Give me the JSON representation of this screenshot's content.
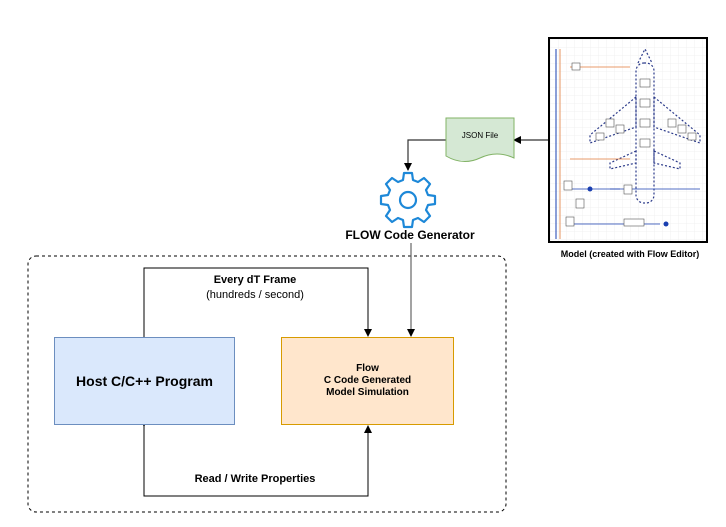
{
  "json_file": {
    "label": "JSON File",
    "fill": "#d5e8d4",
    "stroke": "#82b366"
  },
  "generator": {
    "label": "FLOW Code Generator",
    "icon": "gear-icon",
    "icon_color": "#1d88d8"
  },
  "model": {
    "caption": "Model (created with Flow Editor)"
  },
  "loop": {
    "title": "Every dT Frame",
    "subtitle": "(hundreds / second)",
    "bottom": "Read / Write Properties"
  },
  "host": {
    "label": "Host C/C++ Program",
    "fill": "#dae8fc",
    "stroke": "#6c8ebf"
  },
  "flow": {
    "line1": "Flow",
    "line2": "C Code Generated",
    "line3": "Model Simulation",
    "fill": "#ffe6cc",
    "stroke": "#d79b00"
  }
}
